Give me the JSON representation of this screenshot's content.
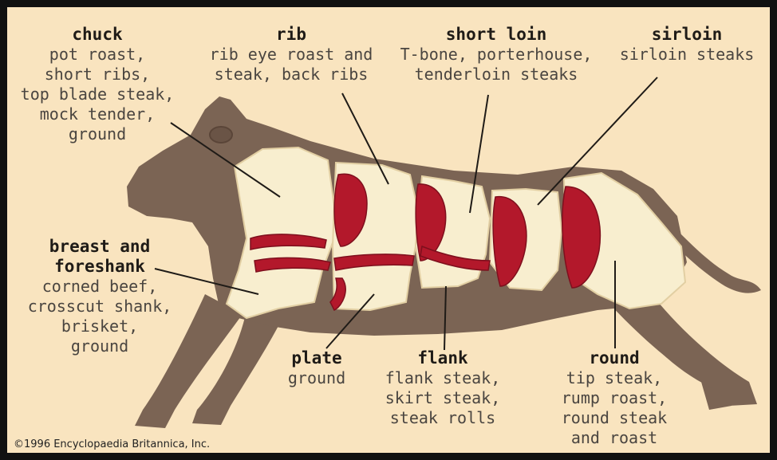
{
  "colors": {
    "background": "#f9e4bf",
    "frame": "#111111",
    "cow_body": "#7b6454",
    "fat": "#f8eecf",
    "meat": "#b3182b"
  },
  "cuts": {
    "chuck": {
      "title": "chuck",
      "desc": "pot roast,\nshort ribs,\ntop blade steak,\nmock tender,\nground"
    },
    "rib": {
      "title": "rib",
      "desc": "rib eye roast and\nsteak, back ribs"
    },
    "short_loin": {
      "title": "short loin",
      "desc": "T-bone, porterhouse,\ntenderloin steaks"
    },
    "sirloin": {
      "title": "sirloin",
      "desc": "sirloin steaks"
    },
    "breast": {
      "title": "breast and\nforeshank",
      "desc": "corned beef,\ncrosscut shank,\nbrisket,\nground"
    },
    "plate": {
      "title": "plate",
      "desc": "ground"
    },
    "flank": {
      "title": "flank",
      "desc": "flank steak,\nskirt steak,\nsteak rolls"
    },
    "round": {
      "title": "round",
      "desc": "tip steak,\nrump roast,\nround steak\nand roast"
    }
  },
  "copyright": "©1996 Encyclopaedia Britannica, Inc."
}
